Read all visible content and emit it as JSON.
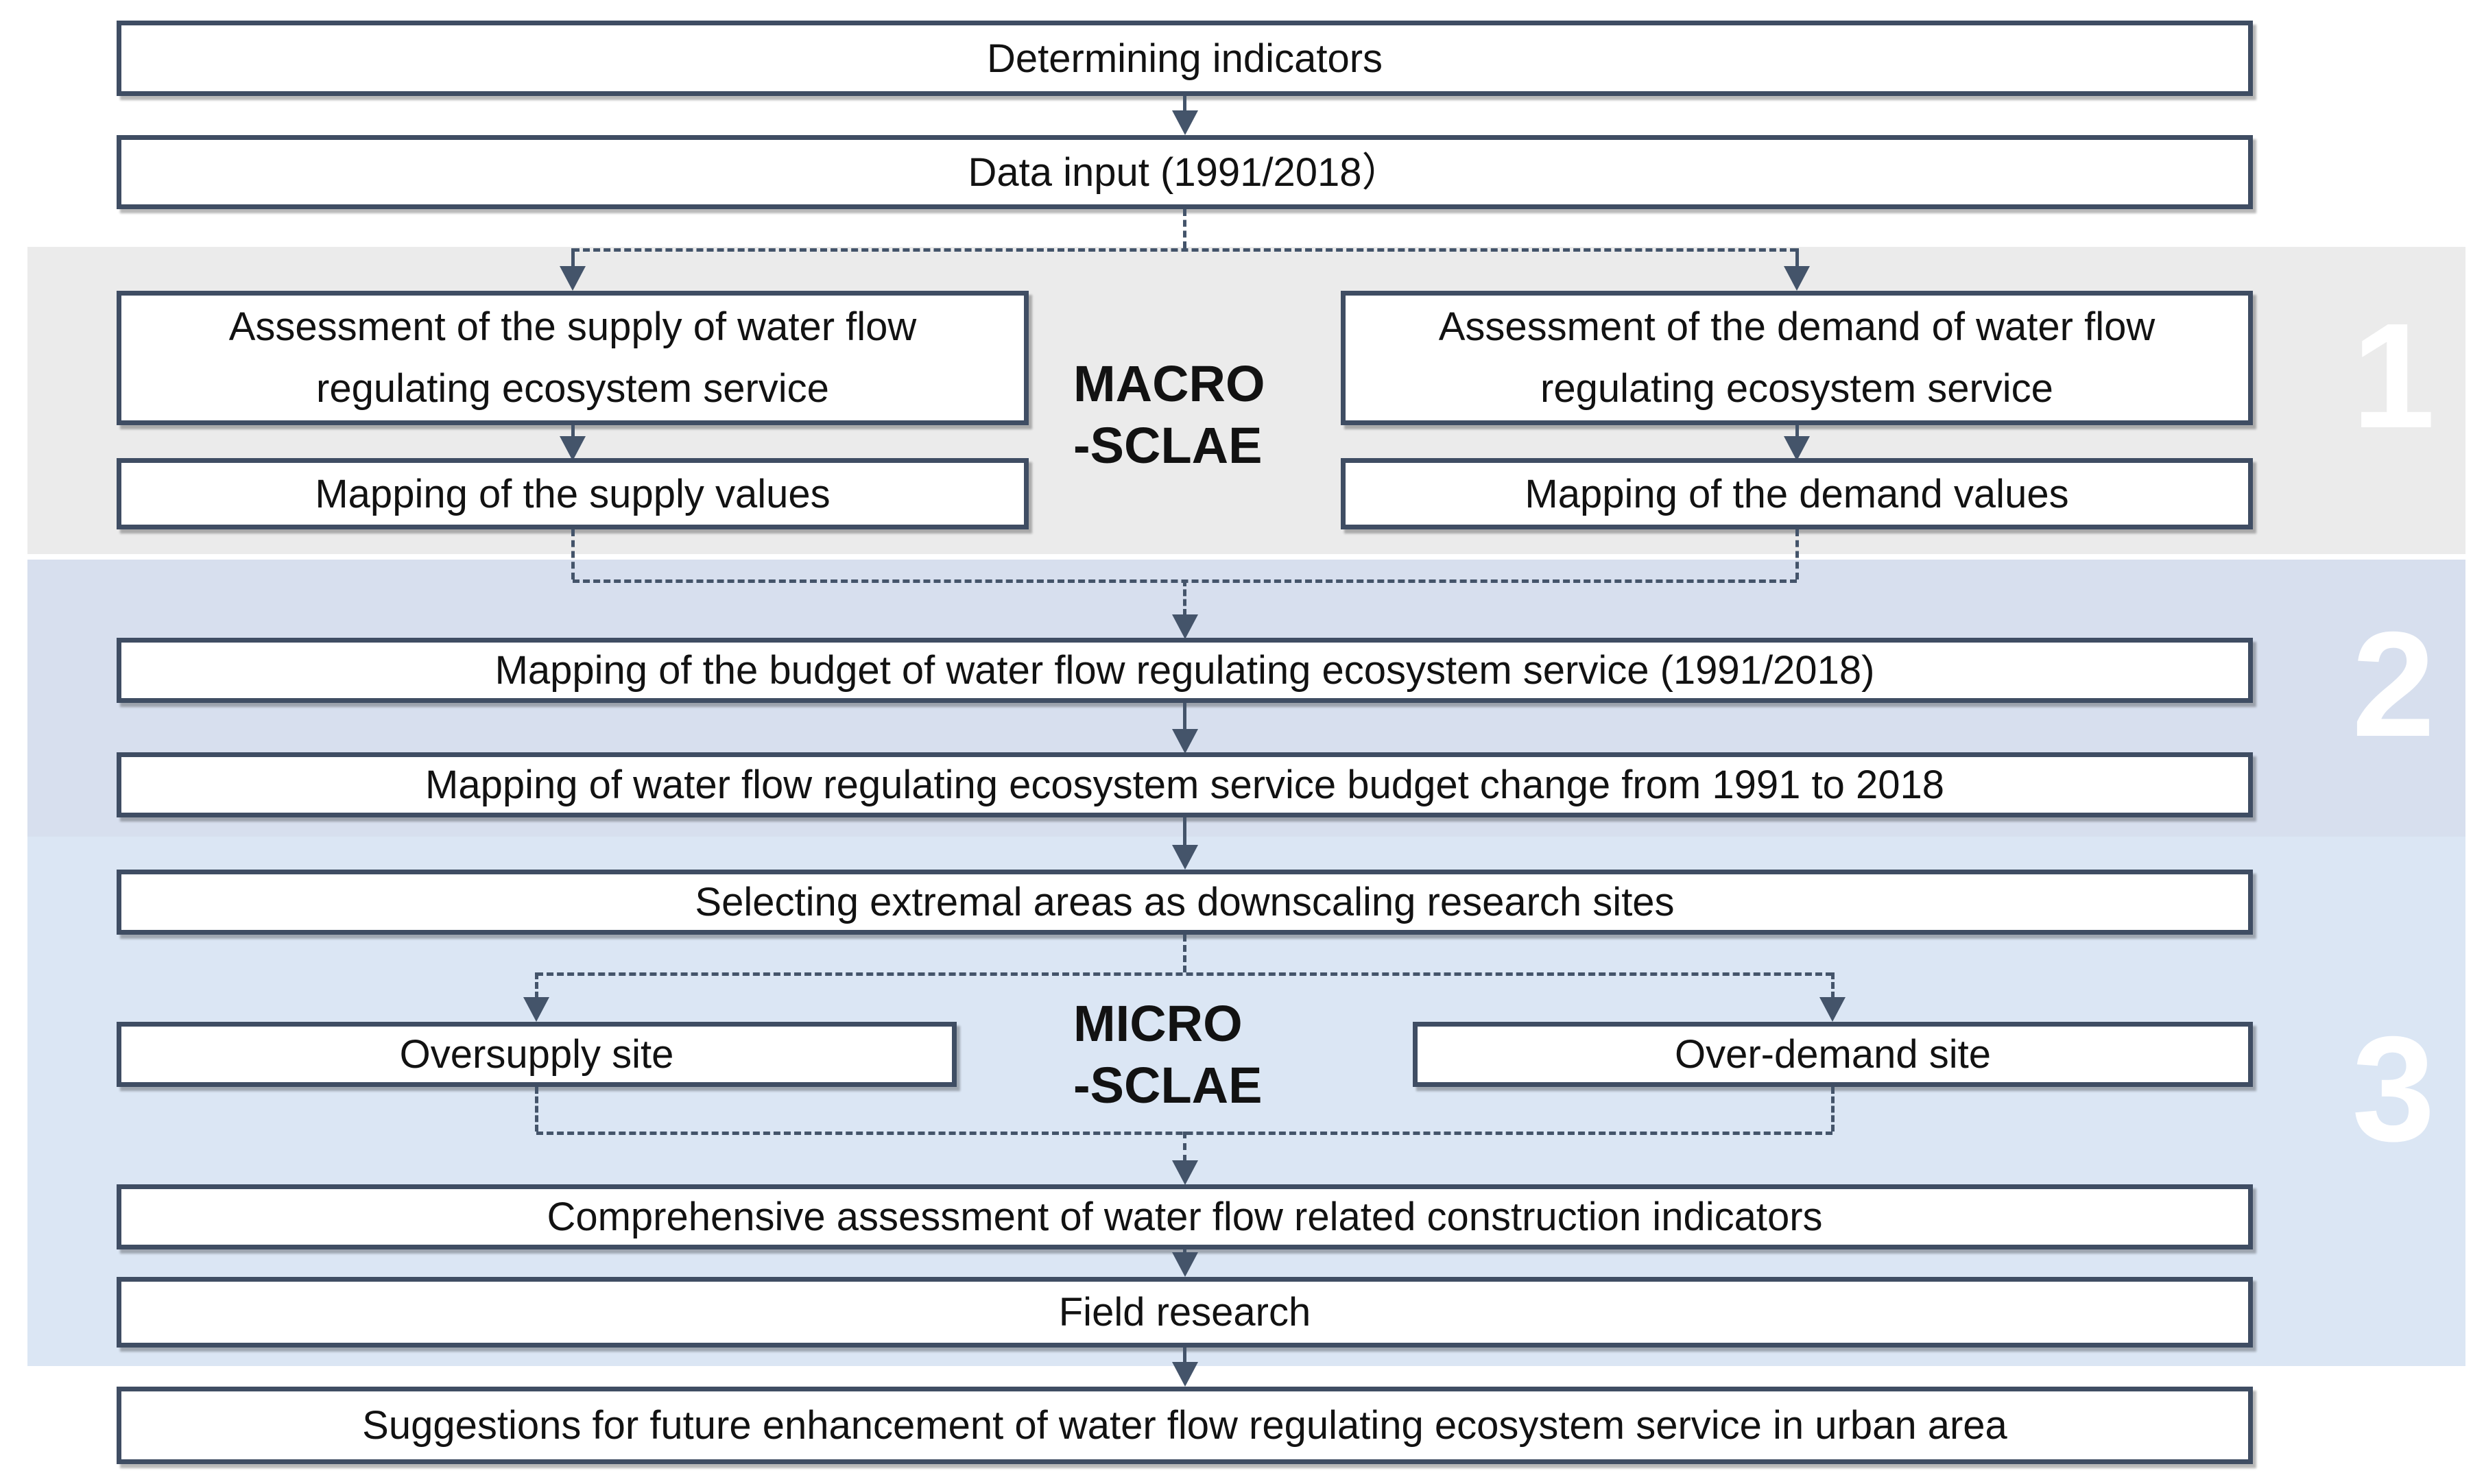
{
  "diagram": {
    "boxes": {
      "determining": "Determining indicators",
      "data_input": "Data input (1991/2018）",
      "supply_assessment": "Assessment of the supply of water flow regulating ecosystem service",
      "demand_assessment": "Assessment of the demand of water flow regulating ecosystem service",
      "supply_mapping": "Mapping of the supply values",
      "demand_mapping": "Mapping of the demand values",
      "budget_mapping": "Mapping of the budget of water flow regulating ecosystem service (1991/2018)",
      "budget_change": "Mapping of water flow regulating ecosystem service budget change from 1991 to 2018",
      "selecting_sites": "Selecting extremal areas as downscaling research sites",
      "oversupply_site": "Oversupply site",
      "overdemand_site": "Over-demand site",
      "comprehensive_assessment": "Comprehensive assessment  of water flow related construction indicators",
      "field_research": "Field research",
      "suggestions": "Suggestions for future enhancement  of water flow regulating ecosystem service in urban area"
    },
    "scale_labels": {
      "macro": "MACRO\n-SCLAE",
      "micro": "MICRO\n-SCLAE"
    },
    "bands": [
      {
        "number": "1",
        "color": "#ebebeb"
      },
      {
        "number": "2",
        "color": "#d7dfee"
      },
      {
        "number": "3",
        "color": "#dbe6f4"
      }
    ],
    "colors": {
      "box_border": "#3f4d63",
      "connector": "#44546a",
      "number_text": "#ffffff",
      "box_text": "#121212"
    }
  }
}
